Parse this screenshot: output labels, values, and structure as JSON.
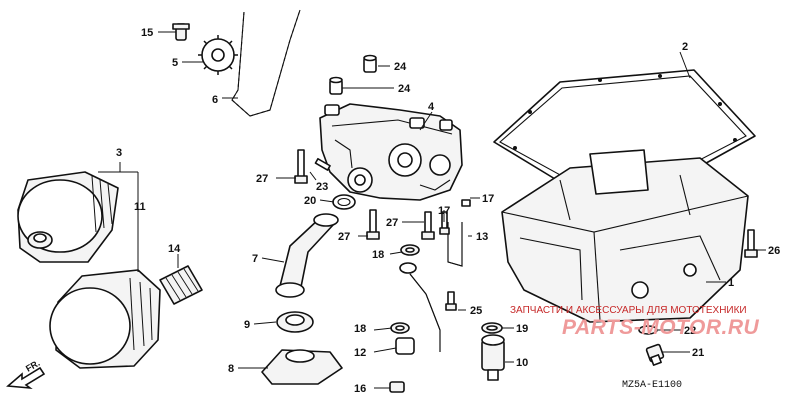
{
  "diagram": {
    "callouts": {
      "c1": "1",
      "c2": "2",
      "c3": "3",
      "c4": "4",
      "c5": "5",
      "c6": "6",
      "c7": "7",
      "c8": "8",
      "c9": "9",
      "c10": "10",
      "c11": "11",
      "c12": "12",
      "c13": "13",
      "c14": "14",
      "c15": "15",
      "c16": "16",
      "c17": "17",
      "c18a": "18",
      "c18b": "18",
      "c19": "19",
      "c20": "20",
      "c21": "21",
      "c22": "22",
      "c23": "23",
      "c24a": "24",
      "c24b": "24",
      "c25": "25",
      "c26": "26",
      "c27a": "27",
      "c27b": "27",
      "c27c": "27"
    },
    "direction_label": "FR.",
    "diagram_code": "MZ5A-E1100"
  },
  "watermark": {
    "tagline": "ЗАПЧАСТИ И АКСЕССУАРЫ ДЛЯ МОТОТЕХНИКИ",
    "brand": "PARTS-MOTOR.RU"
  },
  "colors": {
    "ink": "#111111",
    "watermark": "#c62828",
    "watermark_light": "#ef9a9a"
  }
}
